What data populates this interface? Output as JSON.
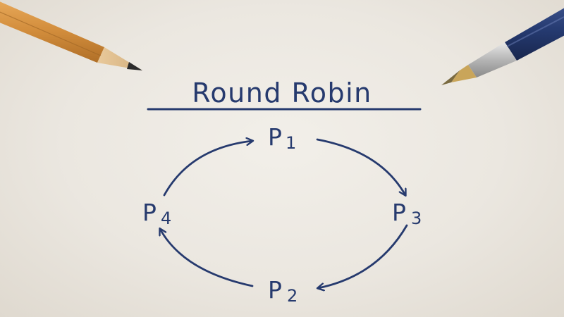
{
  "diagram": {
    "title": "Round Robin",
    "nodes": [
      {
        "id": "p1",
        "letter": "P",
        "sub": "1"
      },
      {
        "id": "p3",
        "letter": "P",
        "sub": "3"
      },
      {
        "id": "p2",
        "letter": "P",
        "sub": "2"
      },
      {
        "id": "p4",
        "letter": "P",
        "sub": "4"
      }
    ],
    "edges": [
      {
        "from": "P1",
        "to": "P3"
      },
      {
        "from": "P3",
        "to": "P2"
      },
      {
        "from": "P2",
        "to": "P4"
      },
      {
        "from": "P4",
        "to": "P1"
      }
    ]
  },
  "colors": {
    "ink": "#263a6e",
    "paper": "#ece8e1"
  },
  "props": {
    "left": "pencil",
    "right": "ballpoint-pen"
  }
}
